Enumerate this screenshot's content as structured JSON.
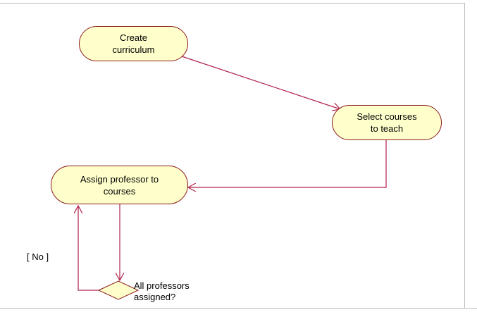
{
  "activities": {
    "create": "Create\ncurriculum",
    "select": "Select courses\nto teach",
    "assign": "Assign professor to\ncourses"
  },
  "decision": {
    "label": "All professors\nassigned?",
    "guard_no": "[ No ]"
  },
  "colors": {
    "fill": "#ffffcc",
    "stroke": "#8b1a1a",
    "arrow": "#b0224a",
    "frame": "#bdbdbd"
  }
}
